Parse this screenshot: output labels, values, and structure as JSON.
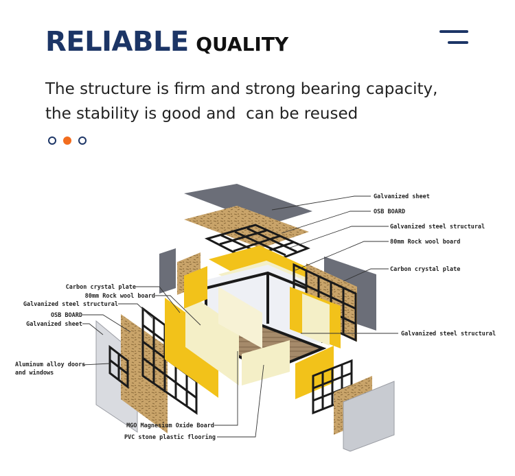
{
  "header": {
    "title_main": "RELIABLE",
    "title_sub": "QUALITY"
  },
  "description": {
    "line1": "The structure is firm and strong bearing capacity,",
    "line2": "the stability is good and  can be reused"
  },
  "carousel": {
    "dot_count": 3,
    "active_index": 1
  },
  "diagram_labels": {
    "galvanized_sheet_top": "Galvanized sheet",
    "osb_board_top": "OSB BOARD",
    "galvanized_steel_structural_top": "Galvanized steel structural",
    "rock_wool_right": "80mm Rock wool board",
    "carbon_crystal_right": "Carbon crystal plate",
    "galvanized_steel_structural_right": "Galvanized steel structural",
    "carbon_crystal_left": "Carbon crystal plate",
    "rock_wool_left": "80mm Rock wool board",
    "galvanized_steel_structural_left": "Galvanized steel structural",
    "osb_board_left": "OSB BOARD",
    "galvanized_sheet_left": "Galvanized sheet",
    "aluminum_doors_line1": "Aluminum alloy doors",
    "aluminum_doors_line2": "and windows",
    "mgo_board": "MGO Magnesium Oxide Board",
    "pvc_flooring": "PVC stone plastic flooring"
  },
  "colors": {
    "title_blue": "#1c3566",
    "accent_orange": "#f26d1f",
    "sheet_gray": "#6b6e78",
    "osb_tan": "#c9a46a",
    "carbon_yellow": "#f2c21a",
    "rockwool_cream": "#f4efc7",
    "steel_black": "#1a1a1a"
  }
}
